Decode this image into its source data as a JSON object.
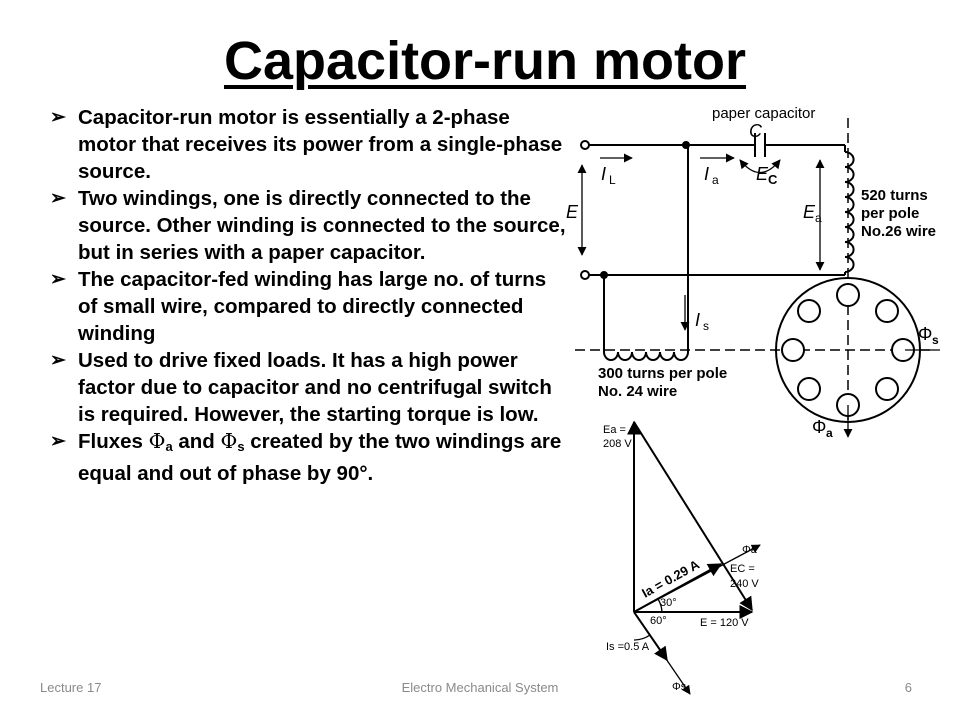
{
  "title": "Capacitor-run motor",
  "bullets": [
    {
      "parts": [
        "Capacitor-run motor is essentially a 2-phase motor that receives its power from a single-phase source."
      ]
    },
    {
      "parts": [
        "Two windings, one is directly connected to the source. Other winding is connected to the source, but in series with a paper capacitor."
      ]
    },
    {
      "parts": [
        "The capacitor-fed winding has large no. of turns of small wire, compared to directly connected winding"
      ]
    },
    {
      "parts": [
        "Used to drive fixed loads. It has a high power factor due to capacitor and no centrifugal switch is required. However, the starting torque is low."
      ]
    },
    {
      "parts": [
        "Fluxes ",
        "Φ",
        "a",
        " and ",
        "Φ",
        "s",
        " created by the two windings are equal and out of phase by 90°."
      ]
    }
  ],
  "circuit": {
    "paper_capacitor": "paper capacitor",
    "C": "C",
    "IL": "I",
    "IL_sub": "L",
    "Ia": "I",
    "Ia_sub": "a",
    "E": "E",
    "EC": "E",
    "EC_sub": "C",
    "Ea": "E",
    "Ea_sub": "a",
    "winding_a": [
      "520 turns",
      "per pole",
      "No.26 wire"
    ],
    "Is": "I",
    "Is_sub": "s",
    "winding_s": [
      "300 turns per pole",
      "No. 24 wire"
    ],
    "phi_s": "Φ",
    "phi_s_sub": "s",
    "phi_a": "Φ",
    "phi_a_sub": "a"
  },
  "phasor": {
    "Ea_label": [
      "Ea =",
      "208 V"
    ],
    "Ia_label": "Ia = 0.29 A",
    "EC_label": [
      "EC =",
      "240 V"
    ],
    "phi_a": "Φa",
    "angle30": "30°",
    "angle60": "60°",
    "E_label": "E = 120 V",
    "Is_label": "Is =0.5 A",
    "phi_s": "Φs"
  },
  "footer": {
    "left": "Lecture 17",
    "center": "Electro Mechanical System",
    "right": "6"
  }
}
